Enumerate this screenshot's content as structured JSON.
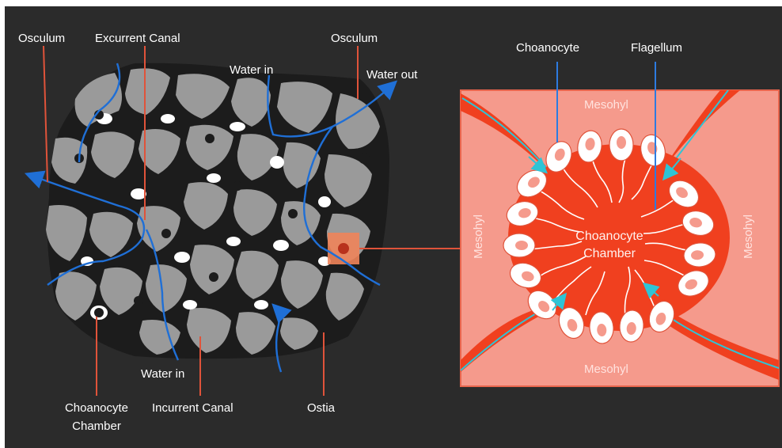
{
  "labels": {
    "osculum_left": "Osculum",
    "excurrent_canal": "Excurrent Canal",
    "osculum_right": "Osculum",
    "water_in_top": "Water in",
    "water_out": "Water out",
    "water_in_bottom": "Water in",
    "incurrent_canal": "Incurrent Canal",
    "ostia": "Ostia",
    "choanocyte_chamber_line1": "Choanocyte",
    "choanocyte_chamber_line2": "Chamber"
  },
  "inset": {
    "choanocyte": "Choanocyte",
    "flagellum": "Flagellum",
    "mesohyl_top": "Mesohyl",
    "mesohyl_left": "Mesohyl",
    "mesohyl_right": "Mesohyl",
    "mesohyl_bottom": "Mesohyl",
    "chamber_line1": "Choanocyte",
    "chamber_line2": "Chamber"
  },
  "colors": {
    "background": "#2b2b2b",
    "tissue": "#9a9a9a",
    "canal": "#1c1c1c",
    "flow_arrow": "#1f6fd6",
    "leader_red": "#e0533a",
    "leader_blue": "#2d7be0",
    "inset_fill": "#f59a8c",
    "chamber_red": "#f0401f",
    "teal_arrow": "#2ec4d6"
  }
}
